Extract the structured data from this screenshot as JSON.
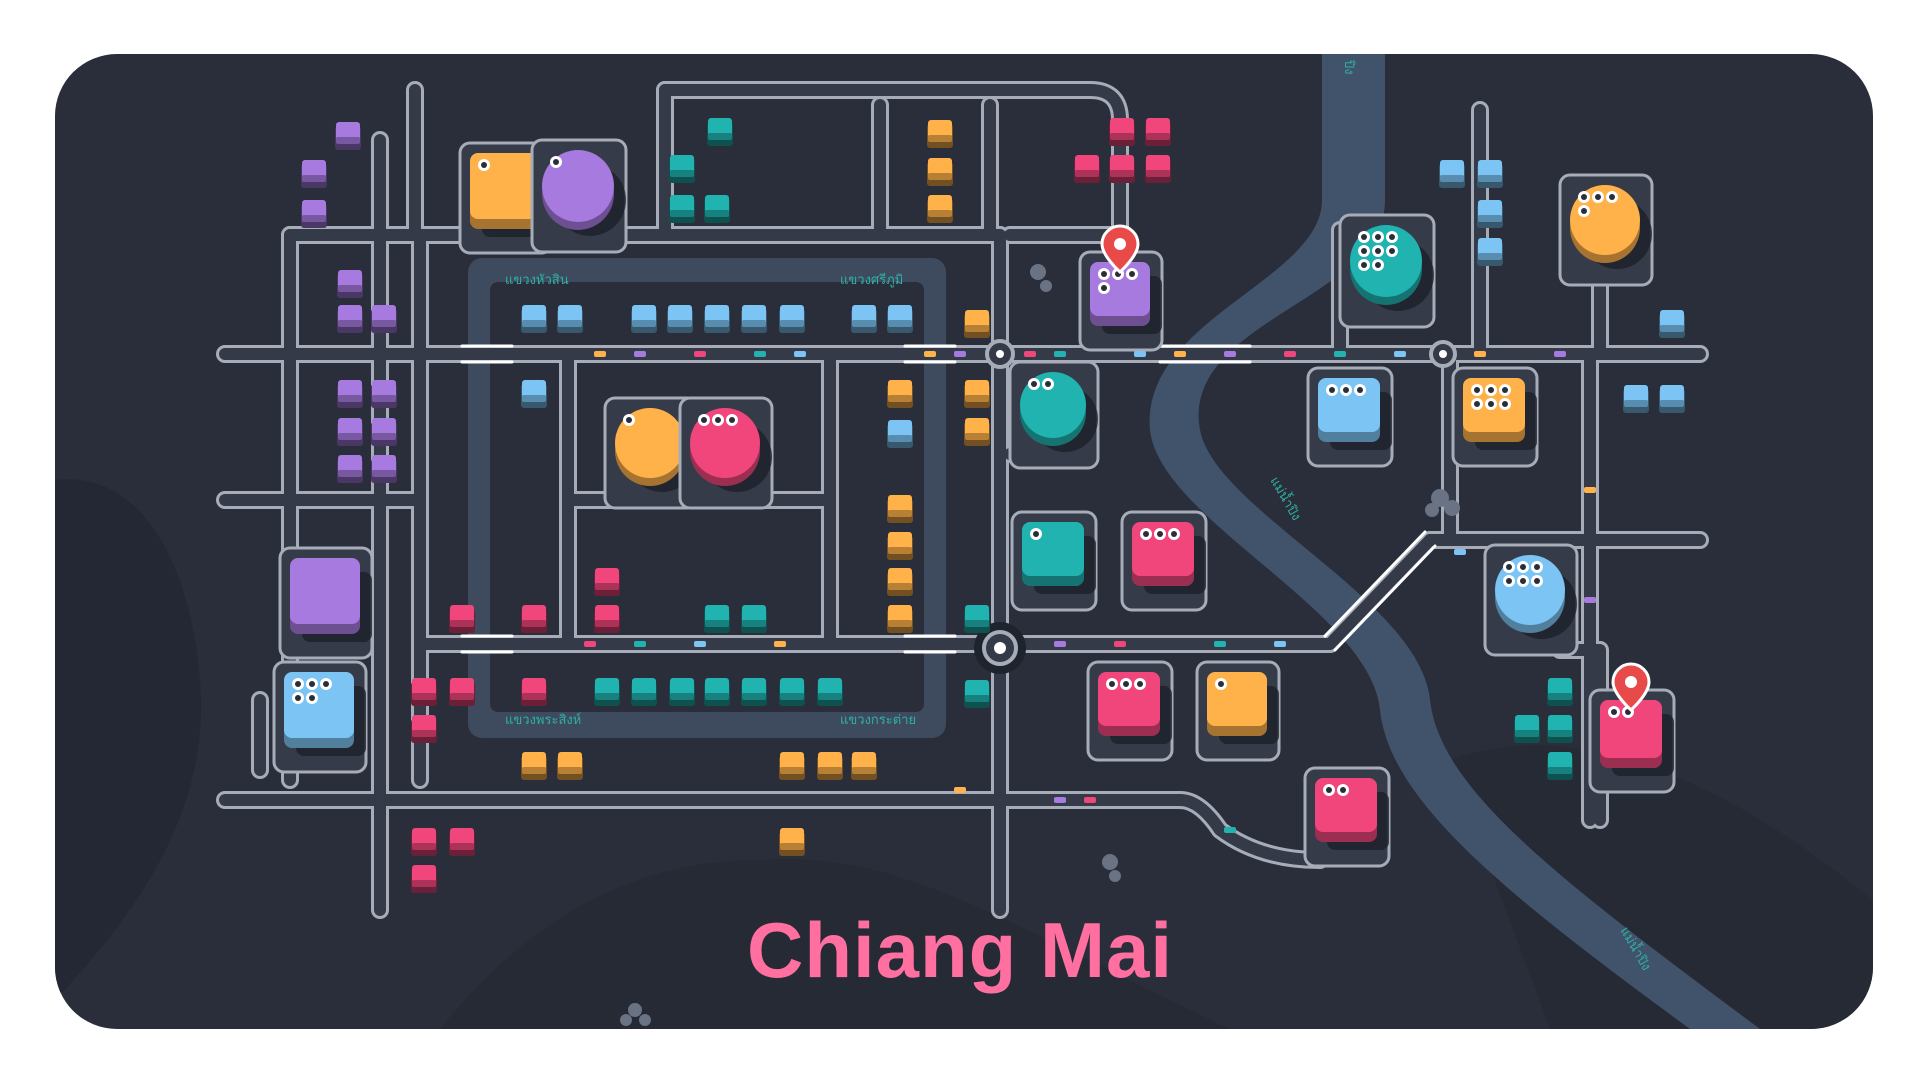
{
  "city": {
    "name": "Chiang Mai"
  },
  "district_labels": {
    "top_left": "แขวงหัวสิน",
    "top_right": "แขวงศรีภูมิ",
    "bottom_left": "แขวงพระสิงห์",
    "bottom_right": "แขวงกระต่าย"
  },
  "river_labels": {
    "upper": "แม่น้ำปิง",
    "lower": "แม่น้ำปิง",
    "top": "ปิง"
  },
  "colors": {
    "background": "#2a2e3a",
    "frame": "#ffffff",
    "road": "#a7adb8",
    "road_fill": "#343a48",
    "moat": "#3e4a5e",
    "river": "#41536b",
    "title": "#ff6fa0",
    "orange": "#ffb24a",
    "purple": "#a77ae0",
    "pink": "#f0467c",
    "teal": "#20b3b0",
    "blue": "#7cc4f3",
    "marker": "#e84a4a"
  },
  "destinations": [
    {
      "color": "orange",
      "shape": "square",
      "pins": 1
    },
    {
      "color": "purple",
      "shape": "circle",
      "pins": 1
    },
    {
      "color": "orange",
      "shape": "circle",
      "pins": 1
    },
    {
      "color": "pink",
      "shape": "circle",
      "pins": 3
    },
    {
      "color": "purple",
      "shape": "square",
      "pins": 4,
      "alert": true
    },
    {
      "color": "teal",
      "shape": "circle",
      "pins": 2
    },
    {
      "color": "teal",
      "shape": "circle",
      "pins": 8
    },
    {
      "color": "orange",
      "shape": "circle",
      "pins": 4
    },
    {
      "color": "blue",
      "shape": "square",
      "pins": 3
    },
    {
      "color": "orange",
      "shape": "square",
      "pins": 6
    },
    {
      "color": "teal",
      "shape": "square",
      "pins": 1
    },
    {
      "color": "pink",
      "shape": "square",
      "pins": 3
    },
    {
      "color": "blue",
      "shape": "circle",
      "pins": 6
    },
    {
      "color": "pink",
      "shape": "square",
      "pins": 3
    },
    {
      "color": "orange",
      "shape": "square",
      "pins": 1
    },
    {
      "color": "pink",
      "shape": "square",
      "pins": 2
    },
    {
      "color": "purple",
      "shape": "square",
      "pins": 0
    },
    {
      "color": "blue",
      "shape": "square",
      "pins": 5
    },
    {
      "color": "pink",
      "shape": "square",
      "pins": 2,
      "alert": true
    }
  ]
}
